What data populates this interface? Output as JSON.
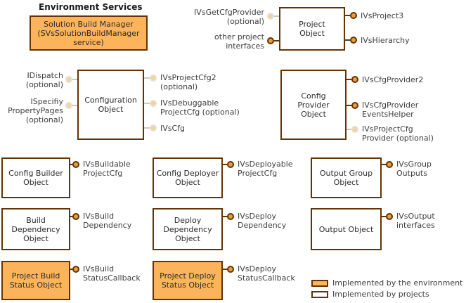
{
  "title": "Environment Services",
  "colors": {
    "box_border": "#663300",
    "environment_fill": "#fbb45c",
    "project_fill": "#ffffff",
    "lollipop_dark": "#e99b3f",
    "lollipop_pale": "#f2d49b",
    "connector_dark": "#663300",
    "connector_pale": "#c9c9c9"
  },
  "boxes": {
    "solution_build_manager": "Solution Build Manager\n(SVsSolutionBuildManager\nservice)",
    "project_object": "Project\nObject",
    "configuration_object": "Configuration\nObject",
    "config_provider_object": "Config\nProvider\nObject",
    "config_builder_object": "Config Builder\nObject",
    "config_deployer_object": "Config Deployer\nObject",
    "output_group_object": "Output Group\nObject",
    "build_dependency_object": "Build\nDependency\nObject",
    "deploy_dependency_object": "Deploy\nDependency\nObject",
    "output_object": "Output Object",
    "project_build_status_object": "Project Build\nStatus Object",
    "project_deploy_status_object": "Project Deploy\nStatus Object"
  },
  "interfaces": {
    "ivs_get_cfg_provider": "IVsGetCfgProvider\n(optional)",
    "other_project_interfaces": "other project\ninterfaces",
    "ivs_project3": "IVsProject3",
    "ivs_hierarchy": "IVsHierarchy",
    "idispatch": "IDispatch\n(optional)",
    "ispecifiy_property_pages": "ISpecifiy\nPropertyPages\n(optional)",
    "ivs_project_cfg2": "IVsProjectCfg2\n(optional)",
    "ivs_debuggable_project_cfg": "IVsDebuggable\nProjectCfg (optional)",
    "ivs_cfg": "IVsCfg",
    "ivs_cfg_provider2": "IVsCfgProvider2",
    "ivs_cfg_provider_events_helper": "IVsCfgProvider\nEventsHelper",
    "ivs_project_cfg_provider": "IVsProjectCfg\nProvider (optional)",
    "ivs_buildable_project_cfg": "IVsBuildable\nProjectCfg",
    "ivs_deployable_project_cfg": "IVsDeployable\nProjectCfg",
    "ivs_group_outputs": "IVsGroup\nOutputs",
    "ivs_build_dependency": "IVsBuild\nDependency",
    "ivs_deploy_dependency": "IVsDeploy\nDependency",
    "ivs_output_interfaces": "IVsOutput\ninterfaces",
    "ivs_build_status_callback": "IVsBuild\nStatusCallback",
    "ivs_deploy_status_callback": "IVsDeploy\nStatusCallback"
  },
  "legend": {
    "environment": "Implemented by the environment",
    "projects": "Implemented by projects"
  }
}
